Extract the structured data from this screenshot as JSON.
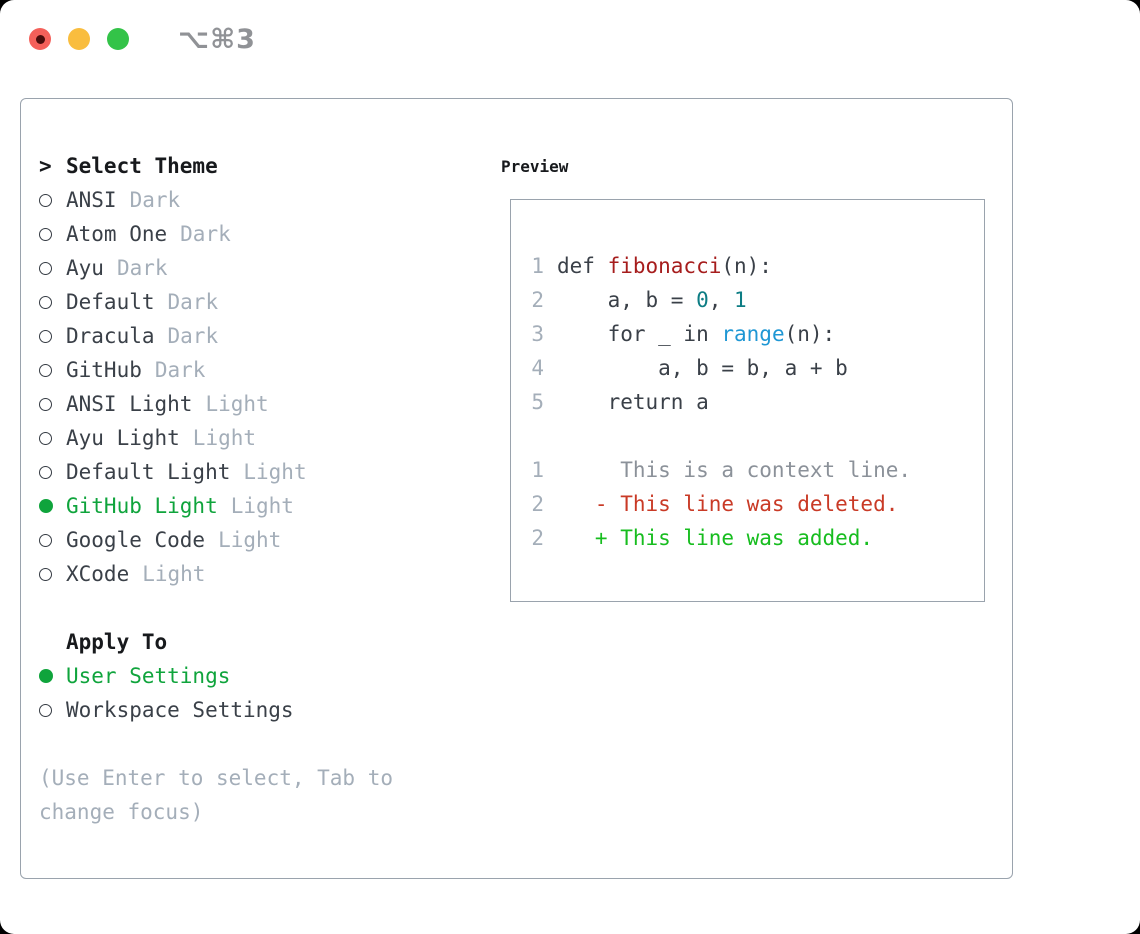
{
  "window": {
    "title": "⌥⌘3",
    "buttons": [
      "close",
      "minimize",
      "zoom"
    ]
  },
  "palette": {
    "accent_green": "#0fa43c",
    "function_red": "#a61d1d",
    "number_teal": "#0d7d84",
    "builtin_blue": "#1f97d4",
    "diff_deleted_red": "#c93a26",
    "diff_added_green": "#17bd1f",
    "muted_gray": "#a4aeb9",
    "text_dark": "#3a4048",
    "border_gray": "#9aa3ad"
  },
  "theme_panel": {
    "header": {
      "prefix": ">",
      "label": "Select Theme"
    },
    "themes": [
      {
        "name": "ANSI",
        "tag": "Dark",
        "selected": false
      },
      {
        "name": "Atom One",
        "tag": "Dark",
        "selected": false
      },
      {
        "name": "Ayu",
        "tag": "Dark",
        "selected": false
      },
      {
        "name": "Default",
        "tag": "Dark",
        "selected": false
      },
      {
        "name": "Dracula",
        "tag": "Dark",
        "selected": false
      },
      {
        "name": "GitHub",
        "tag": "Dark",
        "selected": false
      },
      {
        "name": "ANSI Light",
        "tag": "Light",
        "selected": false
      },
      {
        "name": "Ayu Light",
        "tag": "Light",
        "selected": false
      },
      {
        "name": "Default Light",
        "tag": "Light",
        "selected": false
      },
      {
        "name": "GitHub Light",
        "tag": "Light",
        "selected": true
      },
      {
        "name": "Google Code",
        "tag": "Light",
        "selected": false
      },
      {
        "name": "XCode",
        "tag": "Light",
        "selected": false
      }
    ],
    "apply_to": {
      "label": "Apply To",
      "options": [
        {
          "name": "User Settings",
          "selected": true
        },
        {
          "name": "Workspace Settings",
          "selected": false
        }
      ]
    },
    "hint": "(Use Enter to select, Tab to change focus)"
  },
  "preview": {
    "label": "Preview",
    "code_lines": [
      {
        "num": "1",
        "segments": [
          {
            "text": "def ",
            "style": "keyword"
          },
          {
            "text": "fibonacci",
            "style": "function"
          },
          {
            "text": "(n):",
            "style": "default"
          }
        ]
      },
      {
        "num": "2",
        "segments": [
          {
            "text": "    a, b = ",
            "style": "default"
          },
          {
            "text": "0",
            "style": "number"
          },
          {
            "text": ", ",
            "style": "default"
          },
          {
            "text": "1",
            "style": "number"
          }
        ]
      },
      {
        "num": "3",
        "segments": [
          {
            "text": "    for _ in ",
            "style": "default"
          },
          {
            "text": "range",
            "style": "builtin"
          },
          {
            "text": "(n):",
            "style": "default"
          }
        ]
      },
      {
        "num": "4",
        "segments": [
          {
            "text": "        a, b = b, a + b",
            "style": "default"
          }
        ]
      },
      {
        "num": "5",
        "segments": [
          {
            "text": "    return a",
            "style": "default"
          }
        ]
      }
    ],
    "diff_lines": [
      {
        "num": "1",
        "marker": "",
        "text": "This is a context line.",
        "style": "context"
      },
      {
        "num": "2",
        "marker": "-",
        "text": "This line was deleted.",
        "style": "deleted"
      },
      {
        "num": "2",
        "marker": "+",
        "text": "This line was added.",
        "style": "added"
      }
    ]
  }
}
